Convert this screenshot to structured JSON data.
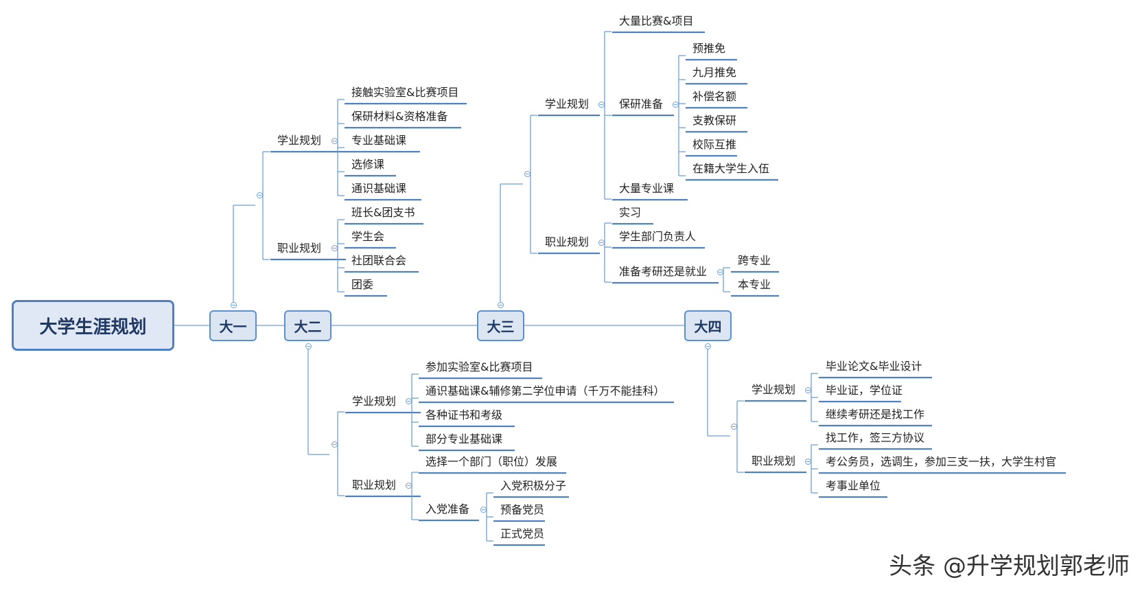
{
  "root": "大学生涯规划",
  "years": [
    "大一",
    "大二",
    "大三",
    "大四"
  ],
  "y1": {
    "academic": {
      "label": "学业规划",
      "items": [
        "接触实验室&比赛项目",
        "保研材料&资格准备",
        "专业基础课",
        "选修课",
        "通识基础课"
      ]
    },
    "career": {
      "label": "职业规划",
      "items": [
        "班长&团支书",
        "学生会",
        "社团联合会",
        "团委"
      ]
    }
  },
  "y2": {
    "academic": {
      "label": "学业规划",
      "items": [
        "参加实验室&比赛项目",
        "通识基础课&辅修第二学位申请（千万不能挂科）",
        "各种证书和考级",
        "部分专业基础课"
      ]
    },
    "career": {
      "label": "职业规划",
      "items": [
        "选择一个部门（职位）发展"
      ],
      "party": {
        "label": "入党准备",
        "items": [
          "入党积极分子",
          "预备党员",
          "正式党员"
        ]
      }
    }
  },
  "y3": {
    "academic": {
      "label": "学业规划",
      "first": "大量比赛&项目",
      "postgrad": {
        "label": "保研准备",
        "items": [
          "预推免",
          "九月推免",
          "补偿名额",
          "支教保研",
          "校际互推",
          "在籍大学生入伍"
        ]
      },
      "last": "大量专业课"
    },
    "career": {
      "label": "职业规划",
      "items": [
        "实习",
        "学生部门负责人"
      ],
      "choice": {
        "label": "准备考研还是就业",
        "items": [
          "跨专业",
          "本专业"
        ]
      }
    }
  },
  "y4": {
    "academic": {
      "label": "学业规划",
      "items": [
        "毕业论文&毕业设计",
        "毕业证，学位证",
        "继续考研还是找工作"
      ]
    },
    "career": {
      "label": "职业规划",
      "items": [
        "找工作，签三方协议",
        "考公务员，选调生，参加三支一扶，大学生村官",
        "考事业单位"
      ]
    }
  },
  "watermark": "头条 @升学规划郭老师",
  "colors": {
    "line": "#6d9ed8",
    "underline": "#4f81c0",
    "boxFill": "#dce6f2",
    "boxBorder": "#5b8fd0",
    "boxText": "#1f3763"
  }
}
